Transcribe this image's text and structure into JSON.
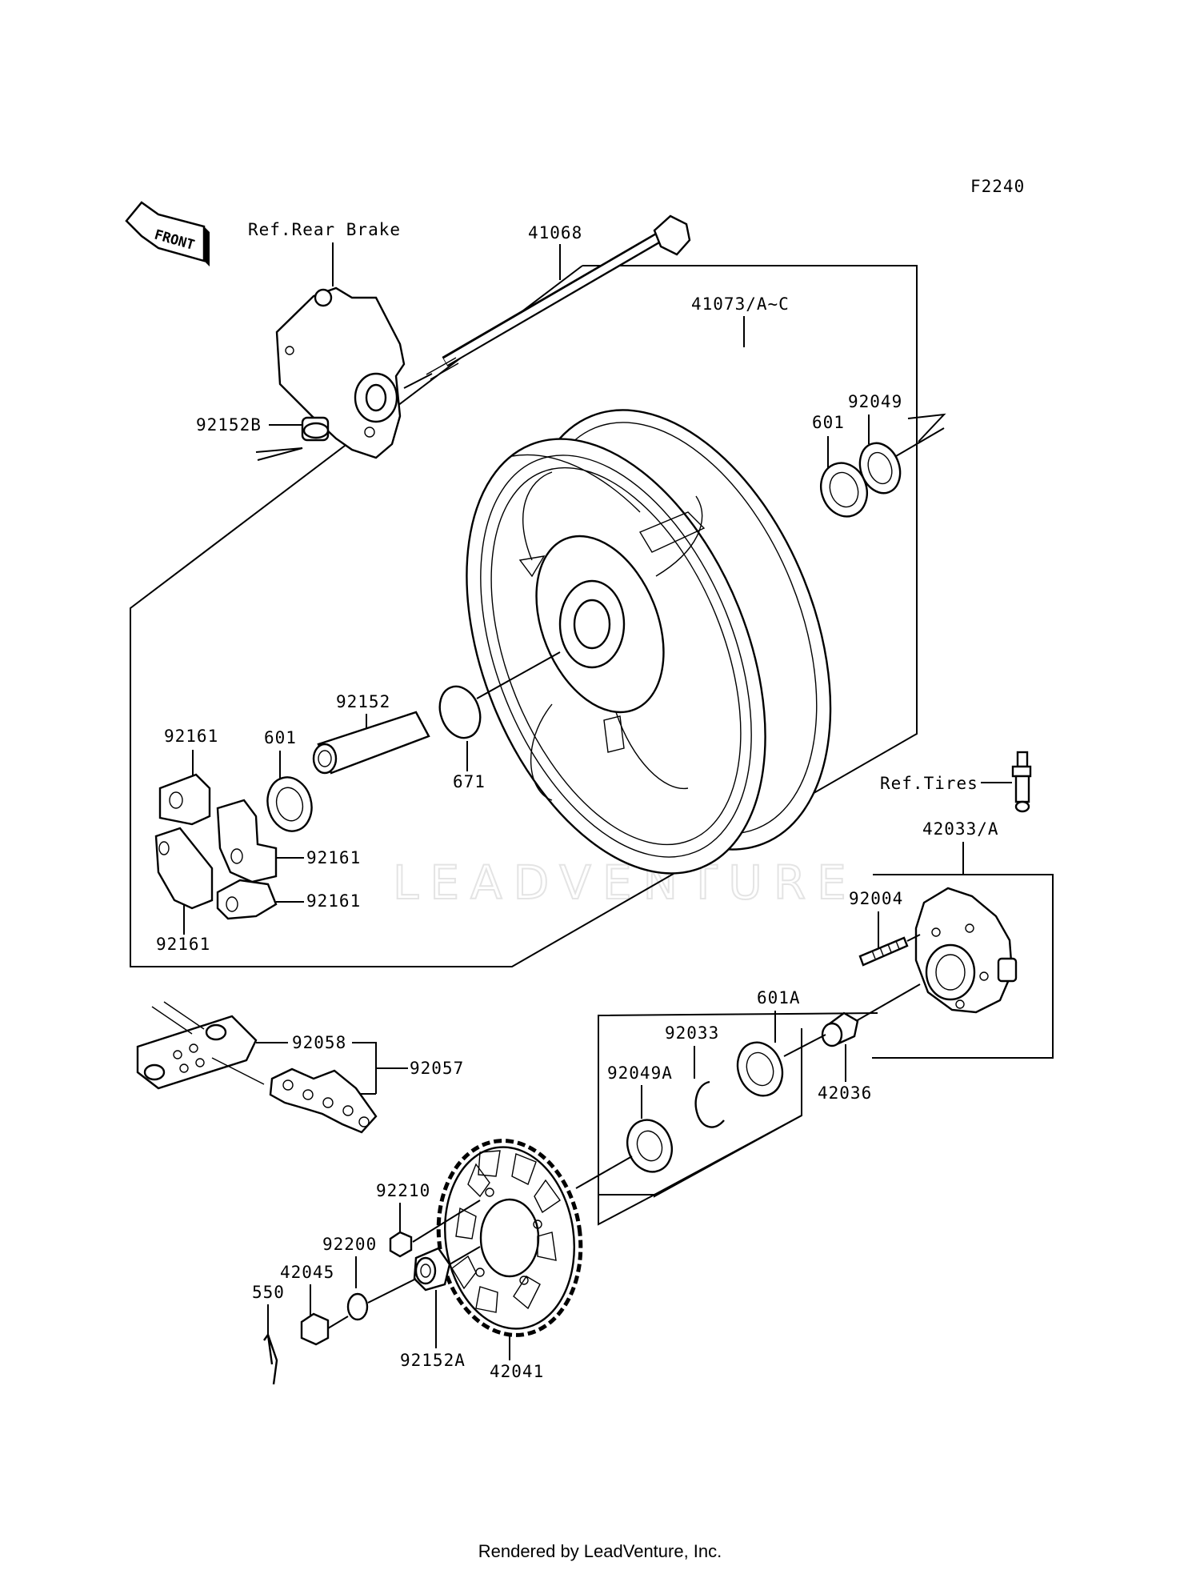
{
  "diagram_code": "F2240",
  "front_arrow": "FRONT",
  "watermark": "LEADVENTURE",
  "footer": "Rendered by LeadVenture, Inc.",
  "labels": {
    "ref_rear_brake": "Ref.Rear Brake",
    "p41068": "41068",
    "p41073": "41073/A~C",
    "p92049": "92049",
    "p601_top": "601",
    "p92152B": "92152B",
    "p92152": "92152",
    "p671": "671",
    "p92161_a": "92161",
    "p601_left": "601",
    "p92161_b": "92161",
    "p92161_c": "92161",
    "p92161_d": "92161",
    "ref_tires": "Ref.Tires",
    "p42033": "42033/A",
    "p92004": "92004",
    "p601A": "601A",
    "p92033": "92033",
    "p92049A": "92049A",
    "p42036": "42036",
    "p92058": "92058",
    "p92057": "92057",
    "p92210": "92210",
    "p92200": "92200",
    "p42045": "42045",
    "p550": "550",
    "p92152A": "92152A",
    "p42041": "42041"
  }
}
